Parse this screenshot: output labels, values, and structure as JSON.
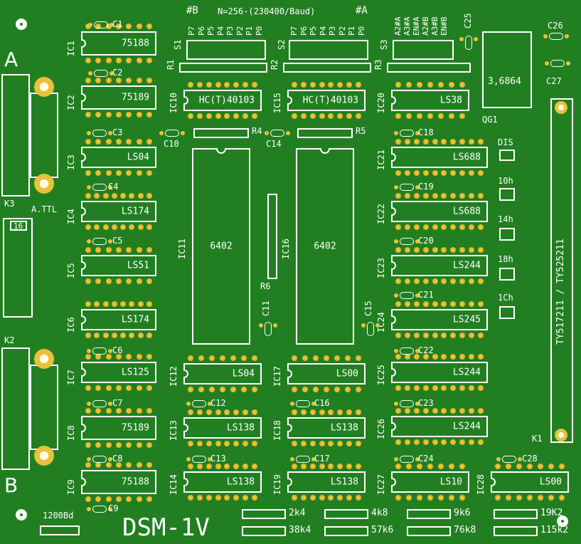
{
  "title": "DSM-1V",
  "connectors": {
    "a": "A",
    "b": "B",
    "k1": "K1",
    "k2": "K2",
    "k3": "K3",
    "attl": "A.TTL",
    "tty": "TY517211 / TY525211",
    "attl_box": "16"
  },
  "formula": {
    "left": "#B",
    "mid": "N=256-(230400/Baud)",
    "right": "#A"
  },
  "switches": {
    "s1": "S1",
    "s2": "S2",
    "s3": "S3",
    "r1": "R1",
    "r2": "R2",
    "r3": "R3",
    "r4": "R4",
    "r5": "R5",
    "r6": "R6",
    "s1_pins": [
      "P7",
      "P6",
      "P5",
      "P4",
      "P3",
      "P2",
      "P1",
      "P0"
    ],
    "s2_pins": [
      "P7",
      "P6",
      "P5",
      "P4",
      "P3",
      "P2",
      "P1",
      "P0"
    ],
    "s3_pins": [
      "A2#A",
      "A3#A",
      "EN#A",
      "A2#B",
      "A3#B",
      "EN#B"
    ]
  },
  "crystal": {
    "label": "3,6864",
    "ref": "QG1"
  },
  "jumpers": {
    "dis": "DIS",
    "j10": "10h",
    "j14": "14h",
    "j18": "18h",
    "j1c": "1Ch"
  },
  "chips": [
    {
      "ref": "IC1",
      "part": "75188"
    },
    {
      "ref": "IC2",
      "part": "75189"
    },
    {
      "ref": "IC3",
      "part": "LS04"
    },
    {
      "ref": "IC4",
      "part": "LS174"
    },
    {
      "ref": "IC5",
      "part": "LS51"
    },
    {
      "ref": "IC6",
      "part": "LS174"
    },
    {
      "ref": "IC7",
      "part": "LS125"
    },
    {
      "ref": "IC8",
      "part": "75189"
    },
    {
      "ref": "IC9",
      "part": "75188"
    },
    {
      "ref": "IC10",
      "part": "HC(T)40103"
    },
    {
      "ref": "IC11",
      "part": "6402"
    },
    {
      "ref": "IC12",
      "part": "LS04"
    },
    {
      "ref": "IC13",
      "part": "LS138"
    },
    {
      "ref": "IC14",
      "part": "LS138"
    },
    {
      "ref": "IC15",
      "part": "HC(T)40103"
    },
    {
      "ref": "IC16",
      "part": "6402"
    },
    {
      "ref": "IC17",
      "part": "LS00"
    },
    {
      "ref": "IC18",
      "part": "LS138"
    },
    {
      "ref": "IC19",
      "part": "LS138"
    },
    {
      "ref": "IC20",
      "part": "LS38"
    },
    {
      "ref": "IC21",
      "part": "LS688"
    },
    {
      "ref": "IC22",
      "part": "LS688"
    },
    {
      "ref": "IC23",
      "part": "LS244"
    },
    {
      "ref": "IC24",
      "part": "LS245"
    },
    {
      "ref": "IC25",
      "part": "LS244"
    },
    {
      "ref": "IC26",
      "part": "LS244"
    },
    {
      "ref": "IC27",
      "part": "LS10"
    },
    {
      "ref": "IC28",
      "part": "LS00"
    }
  ],
  "caps": [
    "C1",
    "C2",
    "C3",
    "C4",
    "C5",
    "C6",
    "C7",
    "C8",
    "C9",
    "C10",
    "C11",
    "C12",
    "C13",
    "C14",
    "C15",
    "C16",
    "C17",
    "C18",
    "C19",
    "C20",
    "C21",
    "C22",
    "C23",
    "C24",
    "C25",
    "C26",
    "C27",
    "C28"
  ],
  "bauds": [
    "1200Bd",
    "2k4",
    "4k8",
    "9k6",
    "19K2",
    "38k4",
    "57k6",
    "76k8",
    "115k2"
  ]
}
